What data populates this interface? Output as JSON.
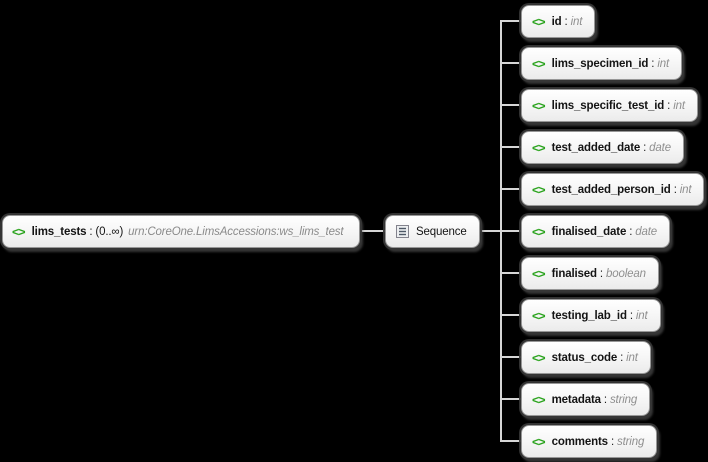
{
  "root": {
    "name": "lims_tests",
    "cardinality": "(0..∞)",
    "namespace": "urn:CoreOne.LimsAccessions:ws_lims_test"
  },
  "sequence": {
    "label": "Sequence"
  },
  "children": [
    {
      "name": "id",
      "type": "int"
    },
    {
      "name": "lims_specimen_id",
      "type": "int"
    },
    {
      "name": "lims_specific_test_id",
      "type": "int"
    },
    {
      "name": "test_added_date",
      "type": "date"
    },
    {
      "name": "test_added_person_id",
      "type": "int"
    },
    {
      "name": "finalised_date",
      "type": "date"
    },
    {
      "name": "finalised",
      "type": "boolean"
    },
    {
      "name": "testing_lab_id",
      "type": "int"
    },
    {
      "name": "status_code",
      "type": "int"
    },
    {
      "name": "metadata",
      "type": "string"
    },
    {
      "name": "comments",
      "type": "string"
    }
  ],
  "ui": {
    "separator": ":"
  },
  "icons": {
    "element": "<>"
  },
  "colors": {
    "background": "#000000",
    "element_icon_green": "#2aa31d",
    "connector": "#d6d6d6",
    "box_border": "#979797",
    "type_text": "#8f8f8f"
  }
}
